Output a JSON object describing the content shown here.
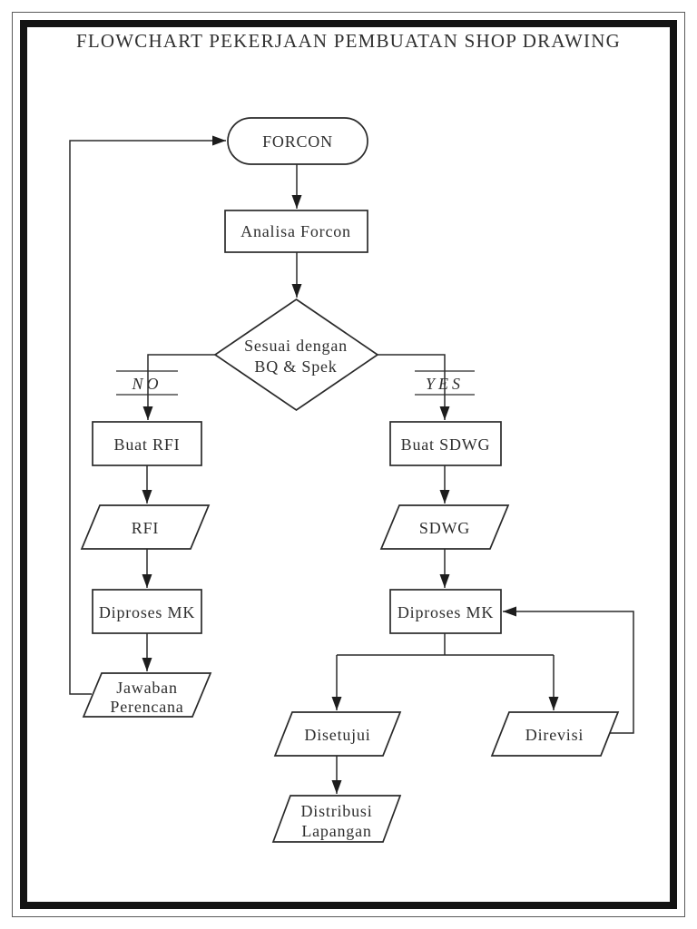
{
  "page": {
    "title": "FLOWCHART PEKERJAAN PEMBUATAN SHOP DRAWING"
  },
  "colors": {
    "ink": "#2a2a2a",
    "background": "#ffffff"
  },
  "flowchart": {
    "nodes": [
      {
        "id": "forcon",
        "type": "terminator",
        "label": "FORCON"
      },
      {
        "id": "analisa-forcon",
        "type": "process",
        "label": "Analisa Forcon"
      },
      {
        "id": "sesuai-dengan-bq-spek",
        "type": "decision",
        "line1": "Sesuai dengan",
        "line2": "BQ & Spek"
      },
      {
        "id": "buat-rfi",
        "type": "process",
        "label": "Buat RFI"
      },
      {
        "id": "rfi",
        "type": "io",
        "label": "RFI"
      },
      {
        "id": "diproses-mk-kiri",
        "type": "process",
        "label": "Diproses MK"
      },
      {
        "id": "jawaban-perencana",
        "type": "io",
        "line1": "Jawaban",
        "line2": "Perencana"
      },
      {
        "id": "buat-sdwg",
        "type": "process",
        "label": "Buat SDWG"
      },
      {
        "id": "sdwg",
        "type": "io",
        "label": "SDWG"
      },
      {
        "id": "diproses-mk-kanan",
        "type": "process",
        "label": "Diproses MK"
      },
      {
        "id": "disetujui",
        "type": "io",
        "label": "Disetujui"
      },
      {
        "id": "direvisi",
        "type": "io",
        "label": "Direvisi"
      },
      {
        "id": "distribusi-lapangan",
        "type": "io",
        "line1": "Distribusi",
        "line2": "Lapangan"
      }
    ],
    "branch_labels": {
      "no": "NO",
      "yes": "YES"
    },
    "edges": [
      {
        "from": "forcon",
        "to": "analisa-forcon"
      },
      {
        "from": "analisa-forcon",
        "to": "sesuai-dengan-bq-spek"
      },
      {
        "from": "sesuai-dengan-bq-spek",
        "to": "buat-rfi",
        "label": "NO"
      },
      {
        "from": "sesuai-dengan-bq-spek",
        "to": "buat-sdwg",
        "label": "YES"
      },
      {
        "from": "buat-rfi",
        "to": "rfi"
      },
      {
        "from": "rfi",
        "to": "diproses-mk-kiri"
      },
      {
        "from": "diproses-mk-kiri",
        "to": "jawaban-perencana"
      },
      {
        "from": "jawaban-perencana",
        "to": "forcon"
      },
      {
        "from": "buat-sdwg",
        "to": "sdwg"
      },
      {
        "from": "sdwg",
        "to": "diproses-mk-kanan"
      },
      {
        "from": "diproses-mk-kanan",
        "to": "disetujui"
      },
      {
        "from": "diproses-mk-kanan",
        "to": "direvisi"
      },
      {
        "from": "direvisi",
        "to": "diproses-mk-kanan"
      },
      {
        "from": "disetujui",
        "to": "distribusi-lapangan"
      }
    ]
  }
}
